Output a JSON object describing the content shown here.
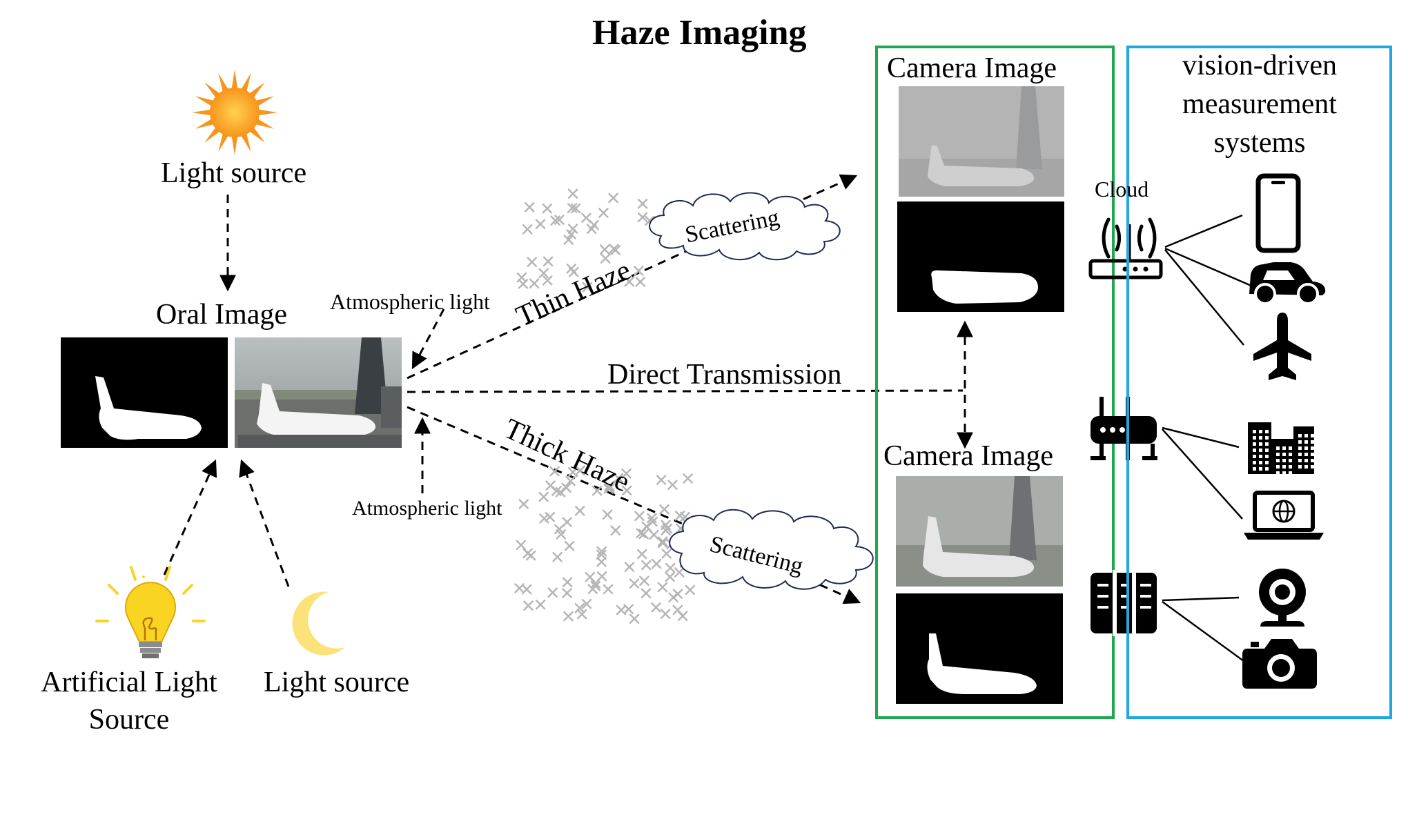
{
  "title": "Haze Imaging",
  "left": {
    "sun_label": "Light source",
    "oral_image_label": "Oral Image",
    "artificial_label_line1": "Artificial Light",
    "artificial_label_line2": "Source",
    "moon_label": "Light source"
  },
  "middle": {
    "atmospheric_light_top": "Atmospheric light",
    "atmospheric_light_bottom": "Atmospheric light",
    "thin_haze": "Thin Haze",
    "thick_haze": "Thick Haze",
    "direct_transmission": "Direct Transmission",
    "scattering_top": "Scattering",
    "scattering_bottom": "Scattering"
  },
  "camera_panel": {
    "top_label": "Camera Image",
    "bottom_label": "Camera Image",
    "border_color": "#1fa84f"
  },
  "devices": {
    "cloud_label": "Cloud"
  },
  "systems_panel": {
    "title_line1": "vision-driven",
    "title_line2": "measurement",
    "title_line3": "systems",
    "border_color": "#1ea7e1",
    "icons": [
      "smartphone-icon",
      "car-icon",
      "airplane-icon",
      "buildings-icon",
      "laptop-globe-icon",
      "webcam-icon",
      "camera-icon"
    ]
  },
  "colors": {
    "sun": "#f7941d",
    "bulb": "#f9d423",
    "moon": "#fbe37a",
    "haze_cross": "#b5b5b5"
  }
}
